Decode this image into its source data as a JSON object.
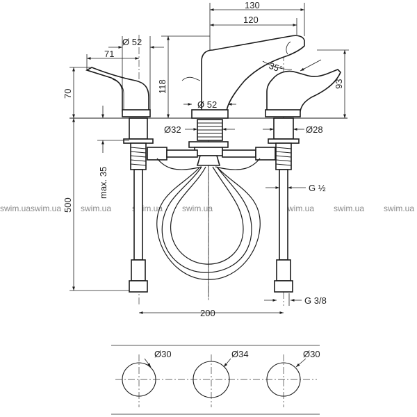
{
  "dimensions": {
    "top_width_130": "130",
    "top_width_120": "120",
    "handle_dia_52": "Ø 52",
    "handle_width_71": "71",
    "handle_height_70": "70",
    "spout_height_118": "118",
    "spout_angle": "35°",
    "right_handle_height_93": "93",
    "spout_base_dia_52": "Ø 52",
    "spout_shank_dia_32": "Ø32",
    "right_shank_dia_28": "Ø28",
    "max_35": "max. 35",
    "hose_length_500": "500",
    "thread_g_half": "G ½",
    "centres_200": "200",
    "thread_g_3_8": "G 3/8",
    "hole_dia_30_left": "Ø30",
    "hole_dia_34": "Ø34",
    "hole_dia_30_right": "Ø30"
  },
  "watermarks": [
    "swim.ua",
    "swim.ua",
    "swim.ua",
    "swim.ua",
    "swim.ua",
    "swim.ua",
    "swim.ua",
    "swim.ua"
  ]
}
